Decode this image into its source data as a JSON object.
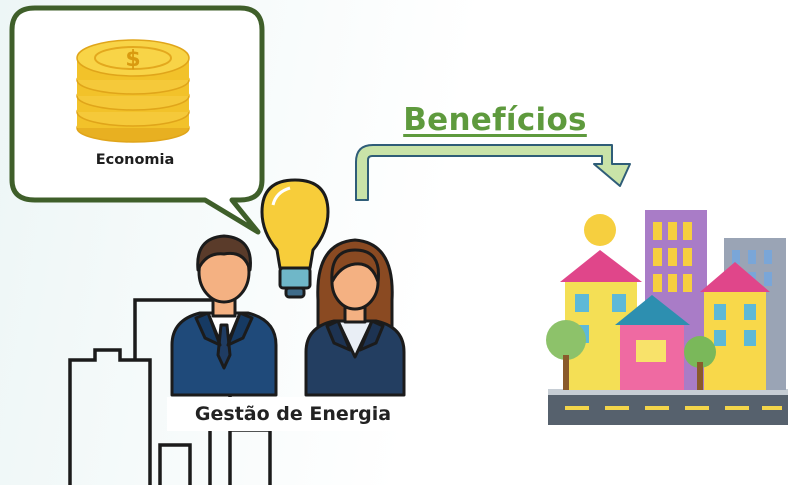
{
  "speech_bubble": {
    "label": "Economia",
    "icon": "coin-stack-icon"
  },
  "arrow": {
    "label": "Benefícios",
    "icon": "bent-arrow-icon"
  },
  "people": {
    "caption": "Gestão de Energia",
    "icon": "lightbulb-icon"
  },
  "colors": {
    "bubble_border": "#3f5f2a",
    "arrow_fill": "#c9e3a8",
    "arrow_stroke": "#2f5d78",
    "benefits_text": "#5e9a3d",
    "coin": "#f2c22a",
    "suit": "#1f4a7a"
  }
}
